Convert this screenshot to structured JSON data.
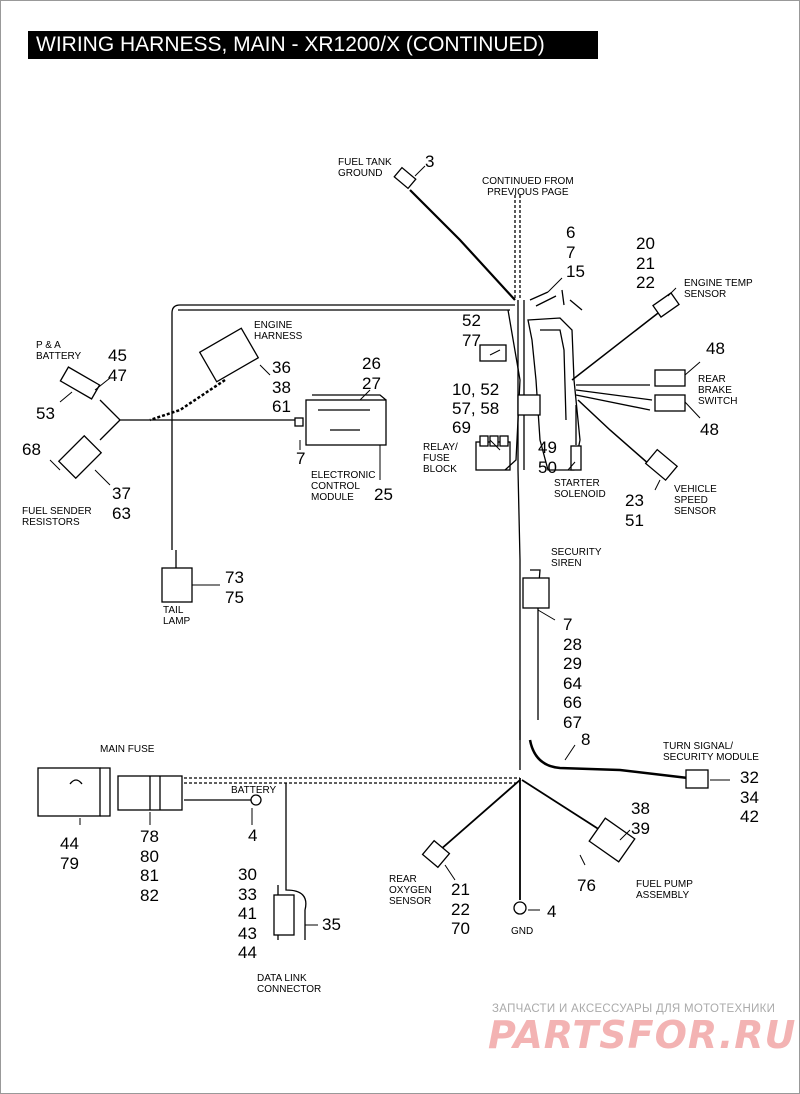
{
  "title": "WIRING HARNESS, MAIN - XR1200/X (CONTINUED)",
  "labels": {
    "fuel_tank_ground": "FUEL TANK\nGROUND",
    "continued": "CONTINUED FROM\nPREVIOUS PAGE",
    "engine_temp_sensor": "ENGINE TEMP\nSENSOR",
    "engine_harness": "ENGINE\nHARNESS",
    "pa_battery": "P & A\nBATTERY",
    "rear_brake_switch": "REAR\nBRAKE\nSWITCH",
    "relay_fuse_block": "RELAY/\nFUSE\nBLOCK",
    "starter_solenoid": "STARTER\nSOLENOID",
    "electronic_control_module": "ELECTRONIC\nCONTROL\nMODULE",
    "vehicle_speed_sensor": "VEHICLE\nSPEED\nSENSOR",
    "fuel_sender_resistors": "FUEL SENDER\nRESISTORS",
    "security_siren": "SECURITY\nSIREN",
    "tail_lamp": "TAIL\nLAMP",
    "main_fuse": "MAIN FUSE",
    "turn_signal_module": "TURN SIGNAL/\nSECURITY MODULE",
    "battery": "BATTERY",
    "fuel_pump_assembly": "FUEL PUMP\nASSEMBLY",
    "rear_oxygen_sensor": "REAR\nOXYGEN\nSENSOR",
    "gnd": "GND",
    "data_link_connector": "DATA LINK\nCONNECTOR"
  },
  "callouts": {
    "c3": "3",
    "c6_7_15": [
      "6",
      "7",
      "15"
    ],
    "c20_21_22": [
      "20",
      "21",
      "22"
    ],
    "c52_77": [
      "52",
      "77"
    ],
    "c26_27": [
      "26",
      "27"
    ],
    "c45_47": [
      "45",
      "47"
    ],
    "c53": "53",
    "c36_38_61": [
      "36",
      "38",
      "61"
    ],
    "c48_top": "48",
    "c10_52": "10, 52",
    "c57_58": "57, 58",
    "c69": "69",
    "c48_bottom": "48",
    "c68": "68",
    "c7_ecm": "7",
    "c49_50": [
      "49",
      "50"
    ],
    "c25": "25",
    "c37_63": [
      "37",
      "63"
    ],
    "c23_51": [
      "23",
      "51"
    ],
    "c73_75": [
      "73",
      "75"
    ],
    "c7_siren": [
      "7",
      "28",
      "29",
      "64",
      "66",
      "67"
    ],
    "c8": "8",
    "c32_34_42": [
      "32",
      "34",
      "42"
    ],
    "c38_39": [
      "38",
      "39"
    ],
    "c4_battery": "4",
    "c44_79": [
      "44",
      "79"
    ],
    "c78_82": [
      "78",
      "80",
      "81",
      "82"
    ],
    "c76": "76",
    "c21_22_70": [
      "21",
      "22",
      "70"
    ],
    "c4_gnd": "4",
    "c30_44": [
      "30",
      "33",
      "41",
      "43",
      "44"
    ],
    "c35": "35"
  },
  "watermark": {
    "small": "ЗАПЧАСТИ И АКСЕССУАРЫ ДЛЯ МОТОТЕХНИКИ",
    "big": "PARTSFOR.RU"
  }
}
